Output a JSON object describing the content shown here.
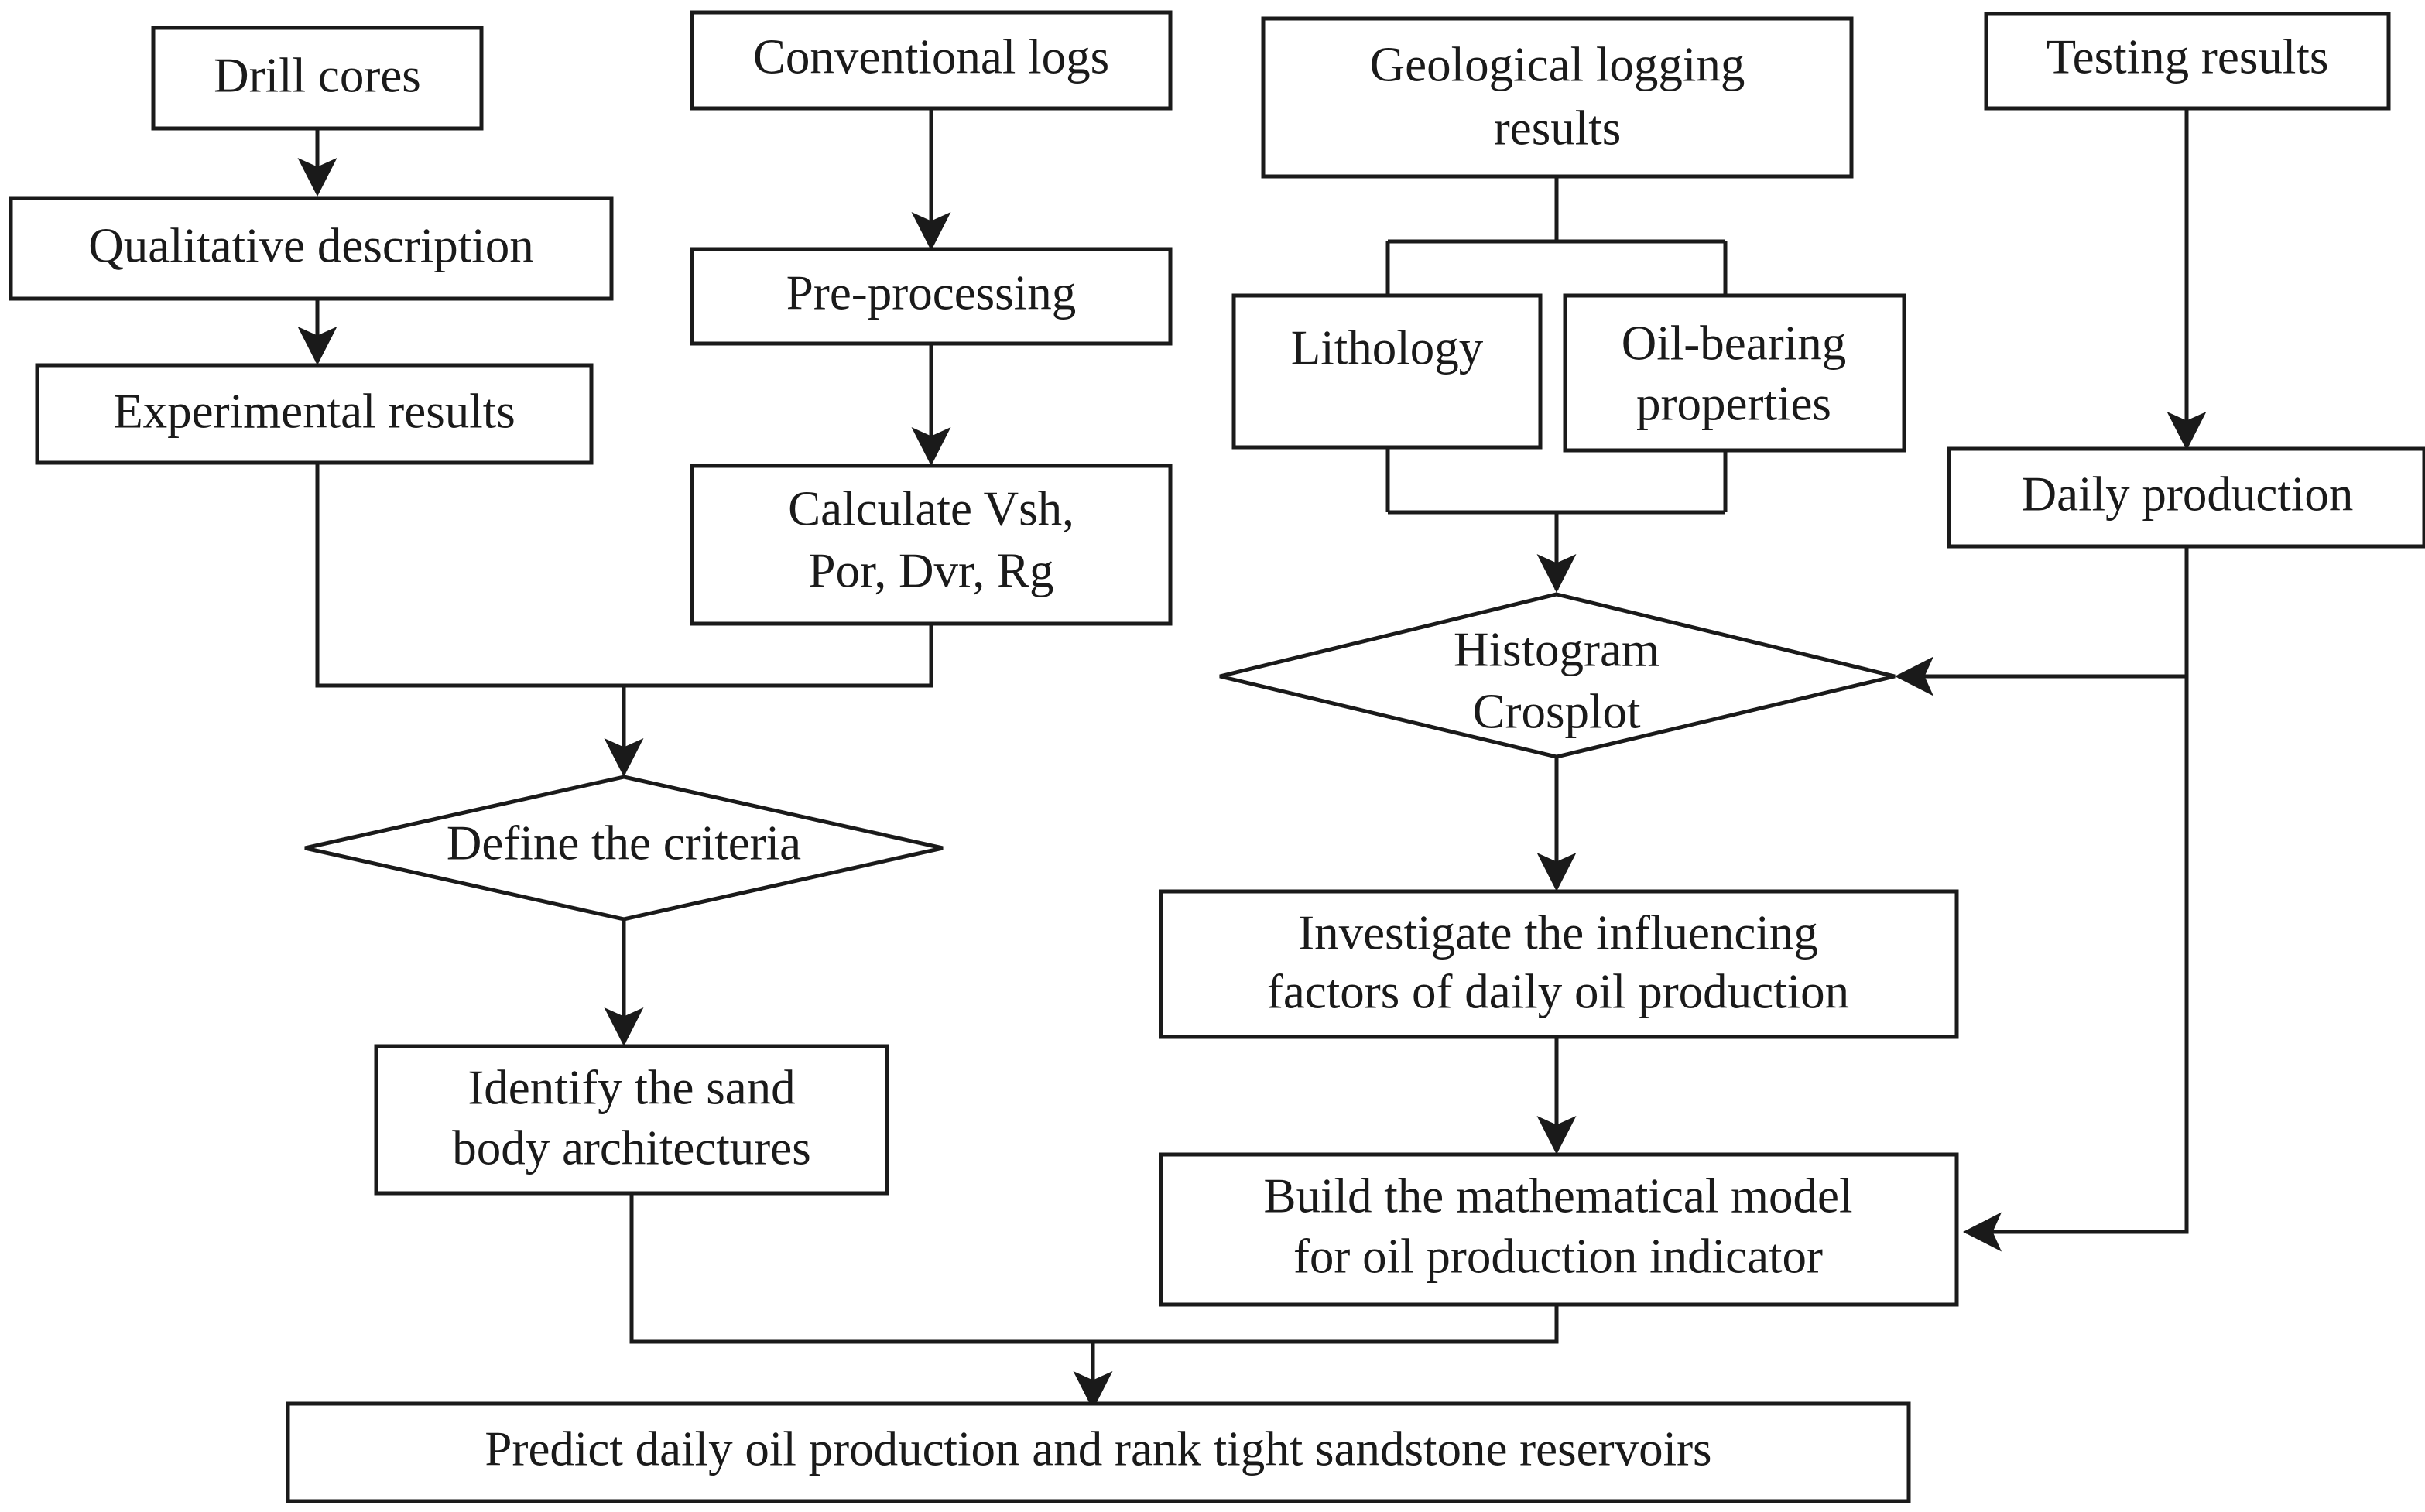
{
  "diagram": {
    "title": "Workflow for predicting daily oil production and ranking tight sandstone reservoirs",
    "type": "flowchart",
    "background_color": "#ffffff",
    "line_color": "#1a1a1a",
    "text_color": "#1a1a1a",
    "nodes": {
      "drill_cores": "Drill cores",
      "qualitative_description": "Qualitative description",
      "experimental_results": "Experimental results",
      "conventional_logs": "Conventional logs",
      "pre_processing": "Pre-processing",
      "calculate_line1": "Calculate Vsh,",
      "calculate_line2": "Por, Dvr, Rg",
      "geological_logging_line1": "Geological logging",
      "geological_logging_line2": "results",
      "lithology": "Lithology",
      "oil_bearing_line1": "Oil-bearing",
      "oil_bearing_line2": "properties",
      "testing_results": "Testing results",
      "daily_production": "Daily production",
      "define_criteria": "Define the criteria",
      "histogram_line1": "Histogram",
      "histogram_line2": "Crosplot",
      "identify_sand_line1": "Identify the sand",
      "identify_sand_line2": "body architectures",
      "investigate_line1": "Investigate the influencing",
      "investigate_line2": "factors of daily oil production",
      "build_model_line1": "Build the mathematical model",
      "build_model_line2": "for oil production indicator",
      "predict": "Predict daily oil production and rank tight sandstone reservoirs"
    },
    "edges": [
      {
        "from": "drill_cores",
        "to": "qualitative_description",
        "style": "arrow"
      },
      {
        "from": "qualitative_description",
        "to": "experimental_results",
        "style": "arrow"
      },
      {
        "from": "conventional_logs",
        "to": "pre_processing",
        "style": "arrow"
      },
      {
        "from": "pre_processing",
        "to": "calculate",
        "style": "arrow"
      },
      {
        "from": "experimental_results",
        "to": "define_criteria",
        "style": "merge-arrow"
      },
      {
        "from": "calculate",
        "to": "define_criteria",
        "style": "merge-arrow"
      },
      {
        "from": "define_criteria",
        "to": "identify_sand",
        "style": "arrow"
      },
      {
        "from": "geological_logging",
        "to": "lithology",
        "style": "split-line"
      },
      {
        "from": "geological_logging",
        "to": "oil_bearing",
        "style": "split-line"
      },
      {
        "from": "lithology",
        "to": "histogram",
        "style": "merge-arrow"
      },
      {
        "from": "oil_bearing",
        "to": "histogram",
        "style": "merge-arrow"
      },
      {
        "from": "testing_results",
        "to": "daily_production",
        "style": "arrow"
      },
      {
        "from": "daily_production",
        "to": "histogram",
        "style": "elbow-arrow-left"
      },
      {
        "from": "daily_production",
        "to": "build_model",
        "style": "elbow-arrow-left"
      },
      {
        "from": "histogram",
        "to": "investigate",
        "style": "arrow"
      },
      {
        "from": "investigate",
        "to": "build_model",
        "style": "arrow"
      },
      {
        "from": "identify_sand",
        "to": "predict",
        "style": "merge-arrow"
      },
      {
        "from": "build_model",
        "to": "predict",
        "style": "merge-arrow"
      }
    ]
  }
}
